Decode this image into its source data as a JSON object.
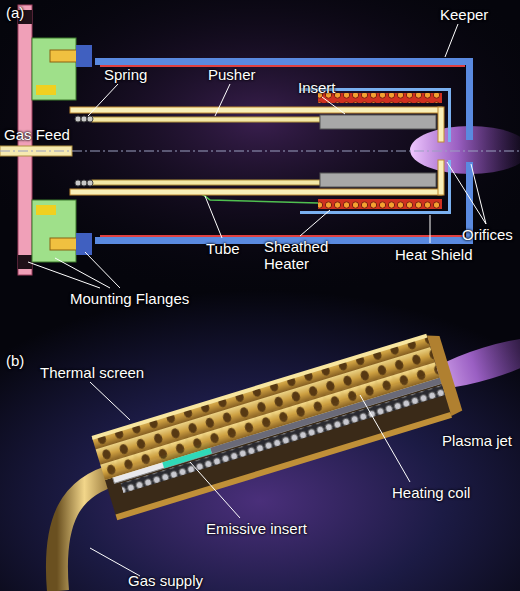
{
  "diagram": {
    "labels": [
      "(a)",
      "Spring",
      "Pusher",
      "Insert",
      "Keeper",
      "Gas Feed",
      "Tube",
      "Sheathed Heater",
      "Heat Shield",
      "Orifices",
      "Mounting Flanges",
      "(b)",
      "Thermal screen",
      "Plasma jet",
      "Heating coil",
      "Emissive insert",
      "Gas supply"
    ]
  }
}
